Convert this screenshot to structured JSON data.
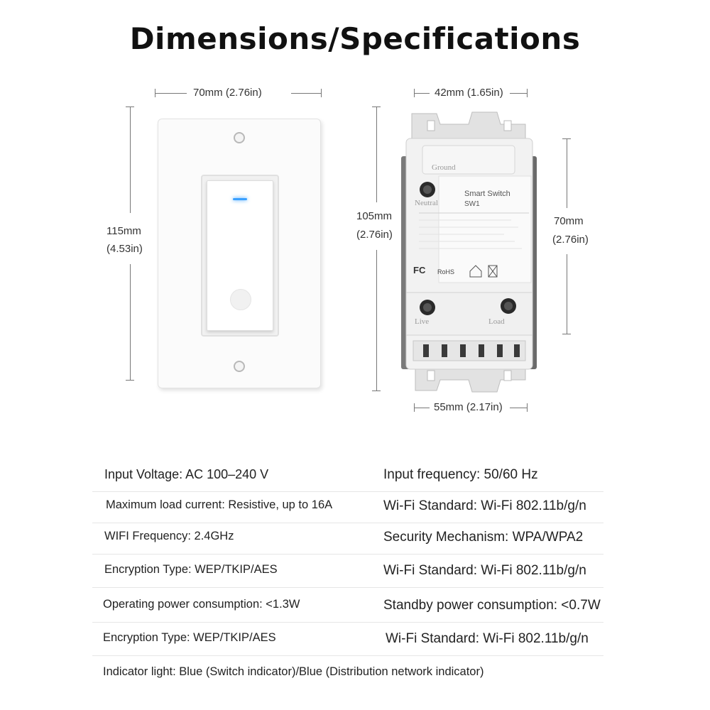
{
  "title": "Dimensions/Specifications",
  "dimensions": {
    "plate_width": "70mm (2.76in)",
    "plate_height_mm": "115mm",
    "plate_height_in": "(4.53in)",
    "body_top_width": "42mm (1.65in)",
    "body_left_height_mm": "105mm",
    "body_left_height_in": "(2.76in)",
    "body_right_height_mm": "70mm",
    "body_right_height_in": "(2.76in)",
    "body_bottom_width": "55mm (2.17in)"
  },
  "device_labels": {
    "product_name": "Smart Switch",
    "model": "SW1",
    "terminal_ground": "Ground",
    "terminal_neutral": "Neutral",
    "terminal_live": "Live",
    "terminal_load": "Load",
    "cert_fc": "FC",
    "cert_rohs": "RoHS"
  },
  "specs": [
    {
      "left": "Input Voltage: AC 100–240 V",
      "right": "Input frequency: 50/60 Hz"
    },
    {
      "left": "Maximum load current: Resistive, up to 16A",
      "right": "Wi-Fi Standard: Wi-Fi 802.11b/g/n"
    },
    {
      "left": "WIFI Frequency: 2.4GHz",
      "right": "Security Mechanism: WPA/WPA2"
    },
    {
      "left": "Encryption Type: WEP/TKIP/AES",
      "right": "Wi-Fi Standard: Wi-Fi 802.11b/g/n"
    },
    {
      "left": "Operating power consumption: <1.3W",
      "right": "Standby power consumption: <0.7W"
    },
    {
      "left": "Encryption Type: WEP/TKIP/AES",
      "right": "Wi-Fi Standard: Wi-Fi 802.11b/g/n"
    },
    {
      "left": "Indicator light: Blue (Switch indicator)/Blue (Distribution network indicator)",
      "right": ""
    }
  ],
  "colors": {
    "led": "#3aa0ff",
    "plate": "#fbfbfb",
    "body": "#f2f2f2"
  }
}
